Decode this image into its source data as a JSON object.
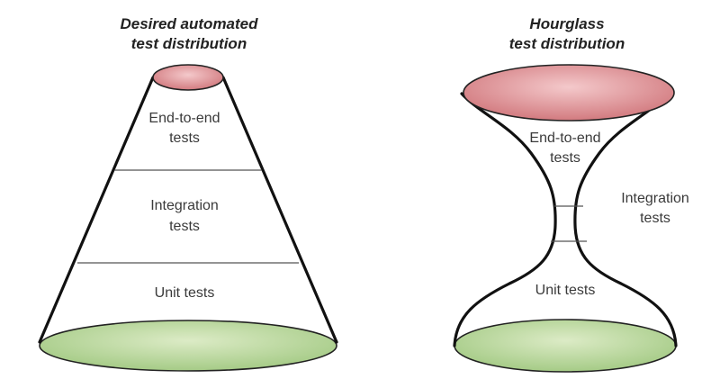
{
  "pyramid": {
    "title_line1": "Desired automated",
    "title_line2": "test distribution",
    "layers": [
      {
        "line1": "End-to-end",
        "line2": "tests"
      },
      {
        "line1": "Integration",
        "line2": "tests"
      },
      {
        "line1": "Unit tests",
        "line2": ""
      }
    ]
  },
  "hourglass": {
    "title_line1": "Hourglass",
    "title_line2": "test distribution",
    "layers": [
      {
        "line1": "End-to-end",
        "line2": "tests"
      },
      {
        "line1": "Integration",
        "line2": "tests"
      },
      {
        "line1": "Unit tests",
        "line2": ""
      }
    ]
  },
  "colors": {
    "top_cap": "#d9868a",
    "bottom_cap": "#b4d497",
    "outline": "#111111"
  }
}
